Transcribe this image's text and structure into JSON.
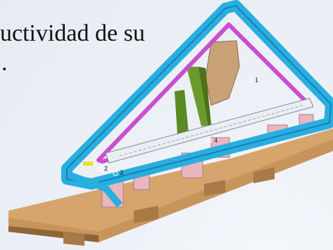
{
  "slide": {
    "text_line1": "uctividad de su",
    "text_line2": "."
  },
  "model": {
    "annotations": [
      "2",
      "3",
      "4",
      "1"
    ],
    "colors": {
      "frame": "#29aee0",
      "frame_dark": "#1b7fb3",
      "inner_frame": "#c94fd0",
      "base": "#c7955c",
      "base_dark": "#8f6438",
      "support": "#6a9a2e",
      "brace": "#c9a176",
      "pads": "#e9b6bf",
      "marker": "#e6e02a"
    }
  }
}
